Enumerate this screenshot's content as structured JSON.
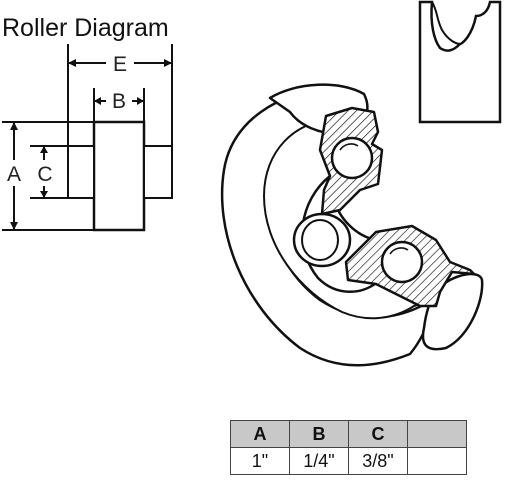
{
  "title": "Roller Diagram",
  "dimension_labels": {
    "a": "A",
    "b": "B",
    "c": "C",
    "e": "E"
  },
  "table": {
    "headers": [
      "A",
      "B",
      "C",
      ""
    ],
    "values": [
      "1\"",
      "1/4\"",
      "3/8\"",
      ""
    ]
  }
}
